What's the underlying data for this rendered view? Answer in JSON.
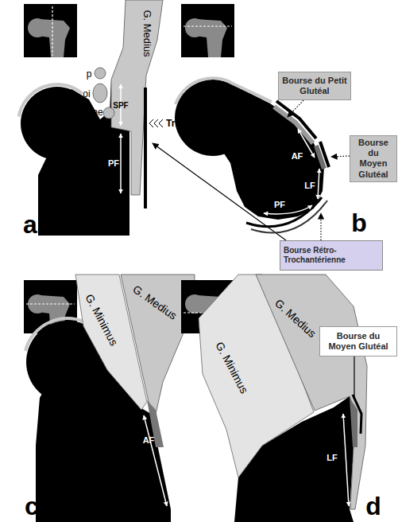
{
  "diagram": {
    "nodes": [
      {
        "text": [
          "Bourse du Petit Glutéal"
        ]
      },
      {
        "text": [
          "Bourse du Moyen Glutéal"
        ]
      },
      {
        "text": [
          "Bourse Rétro-Trochantérienne"
        ]
      },
      {
        "text": [
          "Bourse du Moyen Glutéal"
        ]
      }
    ],
    "labels": [
      "G. Medius",
      "p",
      "oi",
      "oe",
      "SPF",
      "PF",
      "TrB",
      "a",
      "AF",
      "LF",
      "PF",
      "b",
      "G. Minimus",
      "G. Medius",
      "AF",
      "c",
      "G. Medius",
      "G. Minimus",
      "LF",
      "d"
    ]
  }
}
